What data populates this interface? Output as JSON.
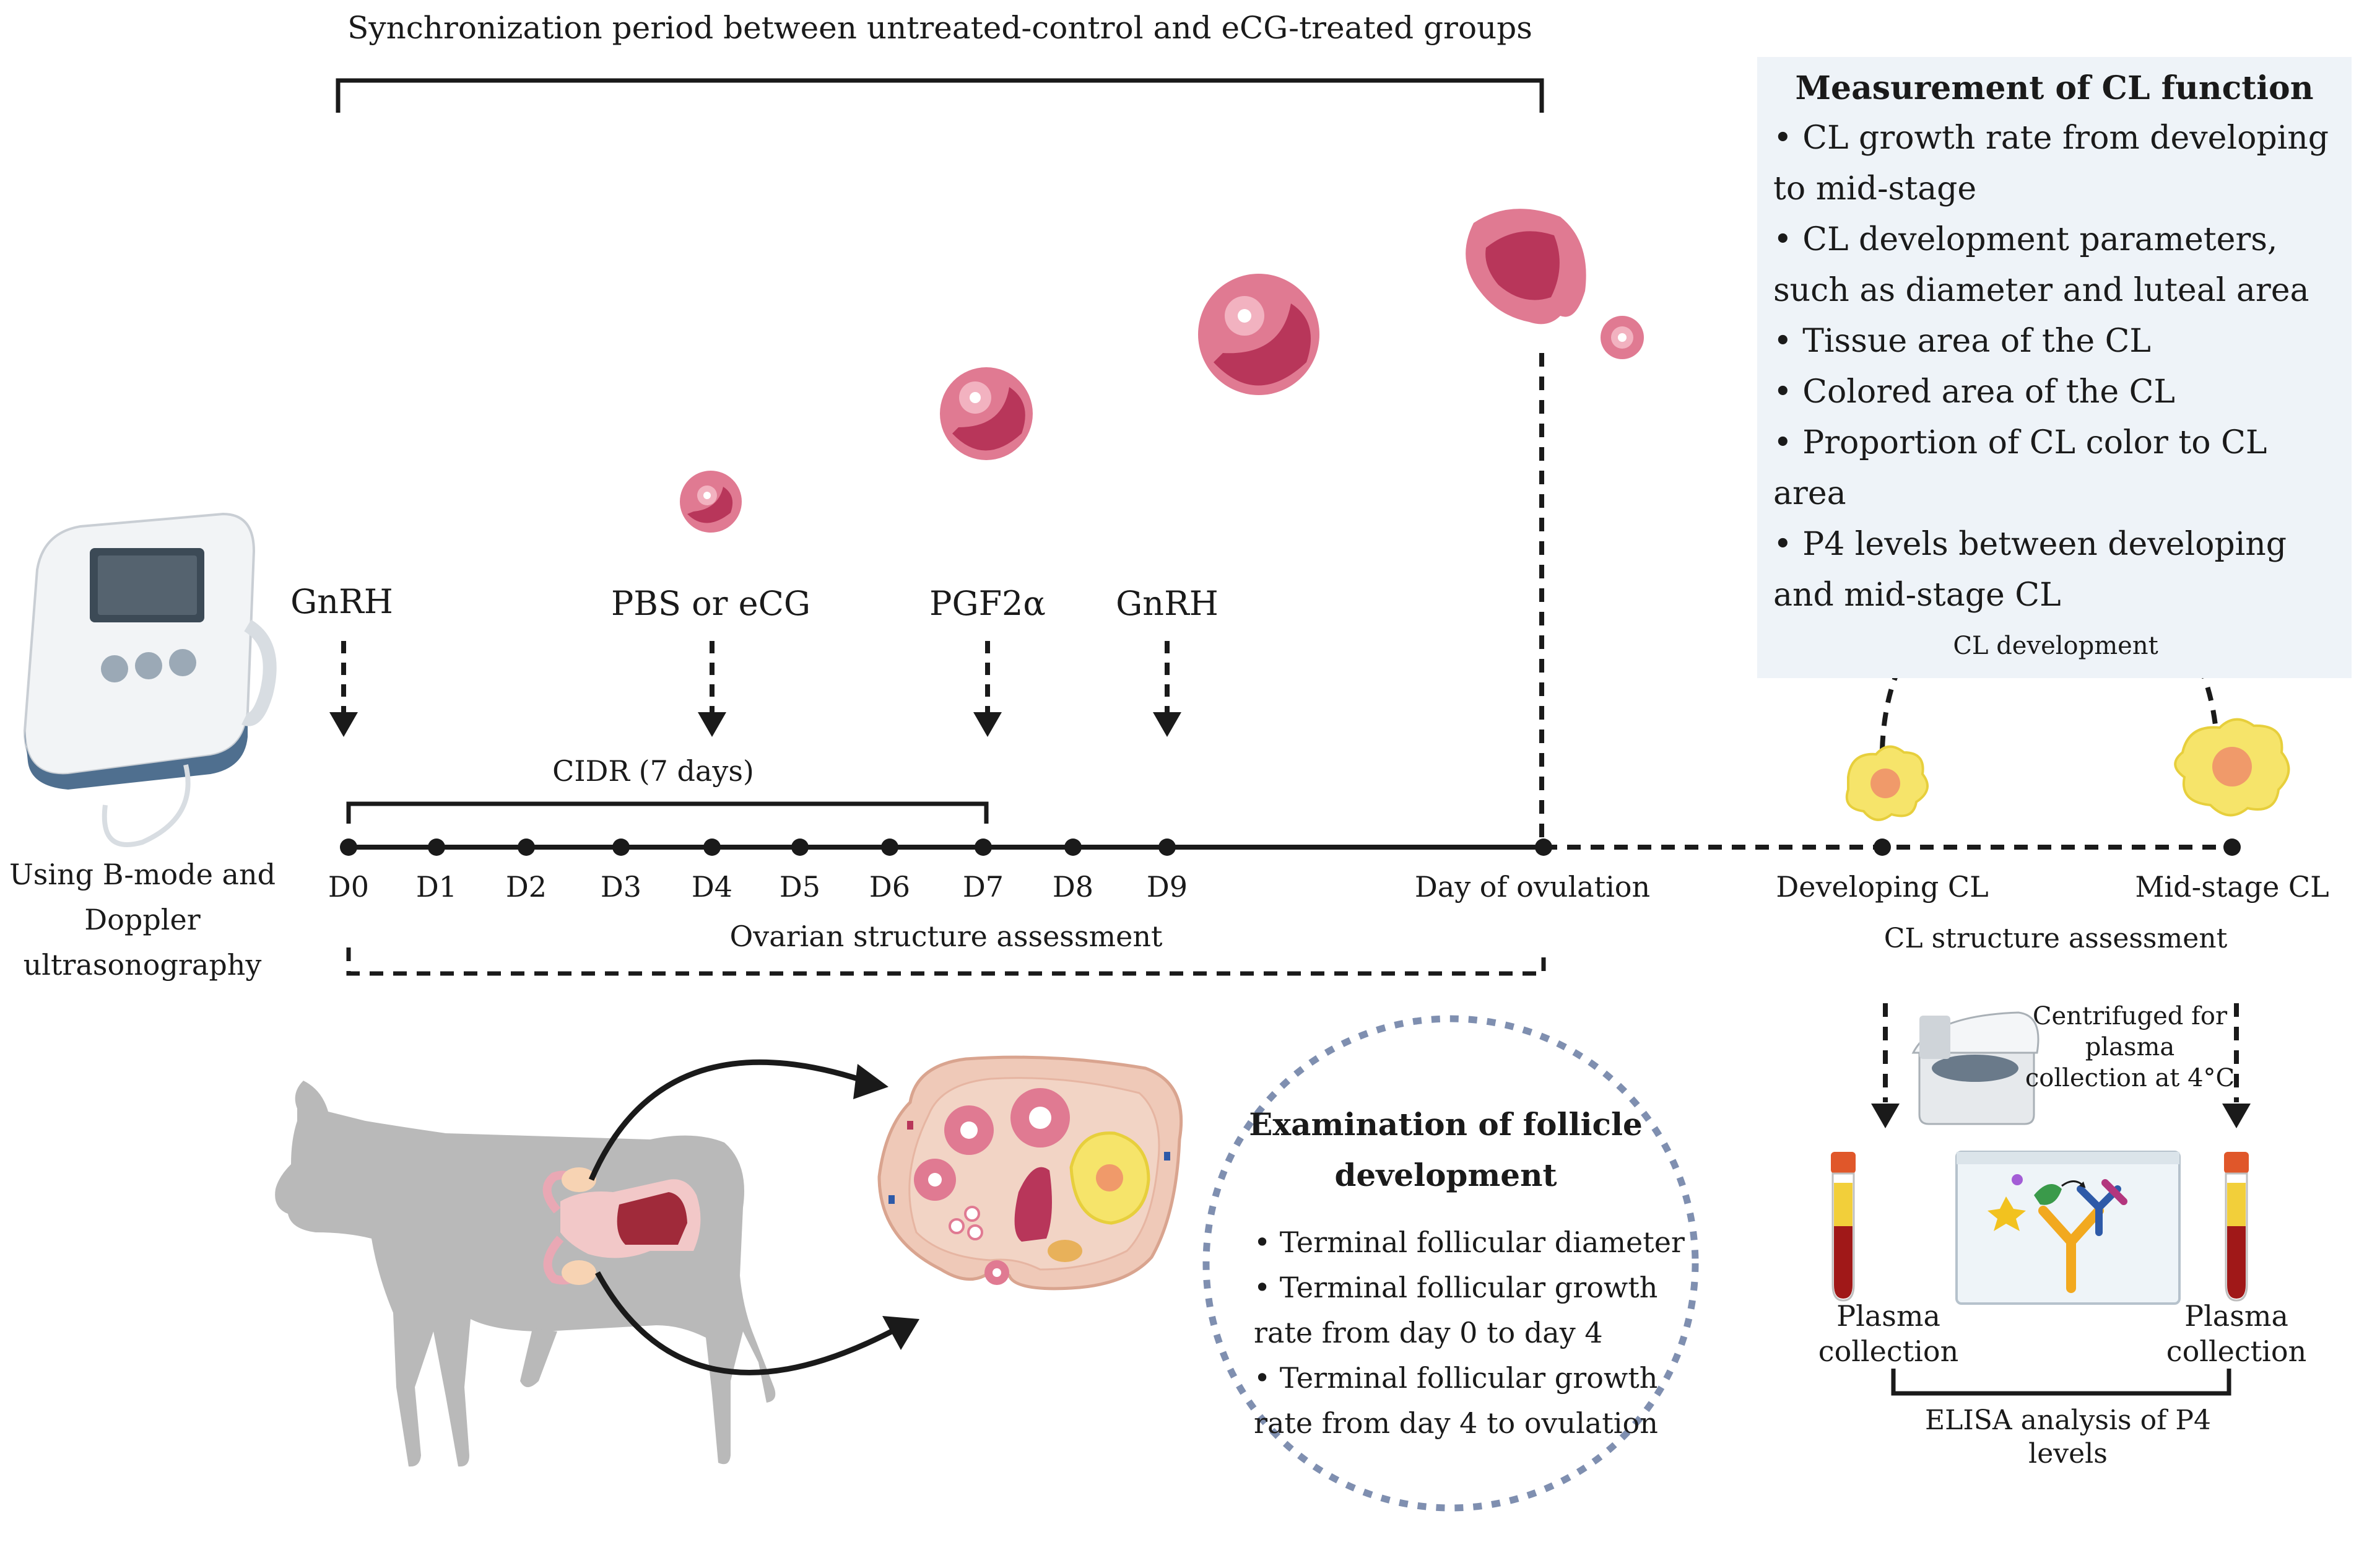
{
  "title": "Synchronization period between untreated-control and eCG-treated groups",
  "ultrasound_caption": [
    "Using B-mode and",
    "Doppler",
    "ultrasonography"
  ],
  "treatments": {
    "gnrh_1": "GnRH",
    "pbs_ecg": "PBS or eCG",
    "pgf2a": "PGF2α",
    "gnrh_2": "GnRH"
  },
  "cidr_label": "CIDR (7 days)",
  "days": [
    "D0",
    "D1",
    "D2",
    "D3",
    "D4",
    "D5",
    "D6",
    "D7",
    "D8",
    "D9"
  ],
  "ovulation_label": "Day of ovulation",
  "ovarian_assessment": "Ovarian structure assessment",
  "cl": {
    "developing": "Developing CL",
    "mid_stage": "Mid-stage CL",
    "development": "CL development",
    "structure_assessment": "CL structure assessment"
  },
  "measurement_panel": {
    "title": "Measurement of CL function",
    "items": [
      "• CL growth rate from developing to mid-stage",
      "• CL development parameters, such as diameter and luteal area",
      "• Tissue area of the CL",
      "• Colored area of the CL",
      "• Proportion of CL color to CL area",
      "• P4 levels between developing and mid-stage CL"
    ]
  },
  "centrifuge_label": [
    "Centrifuged for",
    "plasma",
    "collection at 4°C"
  ],
  "plasma_left": [
    "Plasma",
    "collection"
  ],
  "plasma_right": [
    "Plasma",
    "collection"
  ],
  "elisa_label": [
    "ELISA analysis of P4",
    "levels"
  ],
  "follicle_exam": {
    "title": "Examination of follicle development",
    "items": [
      "• Terminal follicular diameter",
      "• Terminal follicular growth rate from day 0 to day 4",
      "• Terminal follicular growth rate from day 4 to ovulation"
    ]
  },
  "colors": {
    "cl_dark": "#b8365a",
    "cl_light": "#e07a92",
    "cow": "#b9b9b9",
    "dotted_circle": "#7f8fb0",
    "panel_bg": "#eef3f8",
    "cl_yellow": "#f6e46a",
    "cl_orange": "#f09a6a"
  }
}
